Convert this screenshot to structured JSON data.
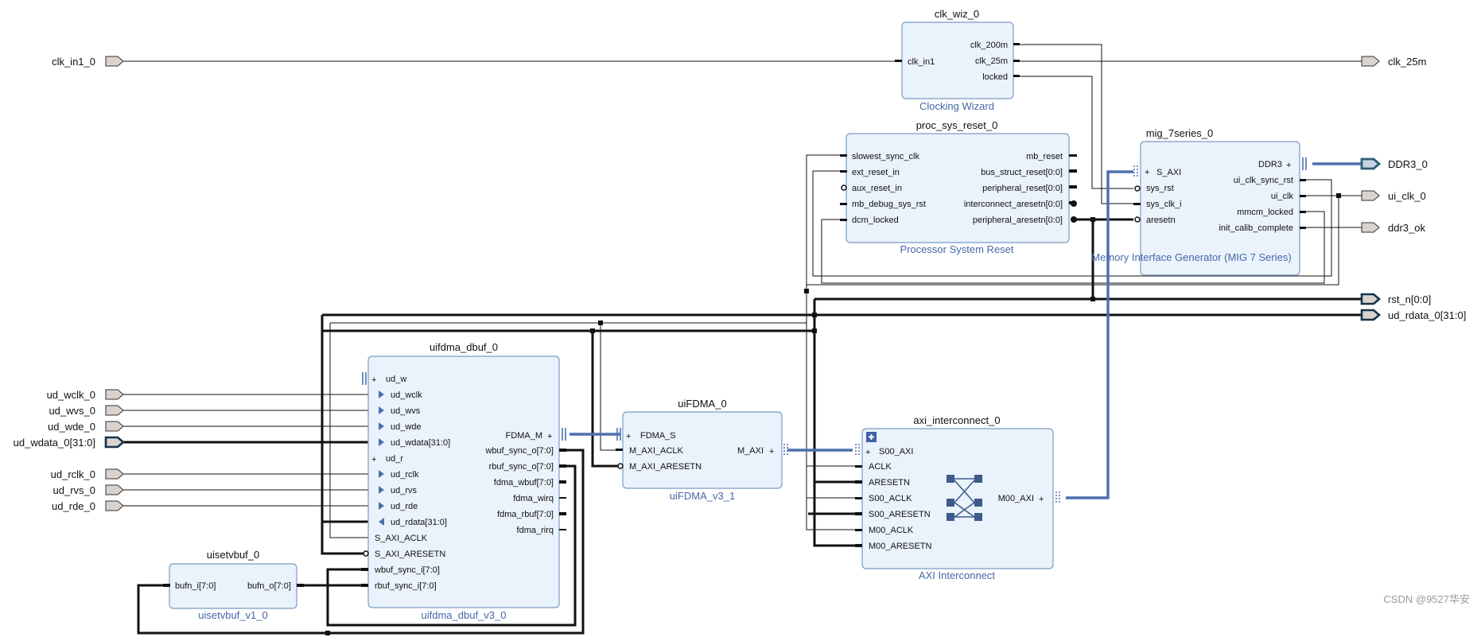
{
  "external_inputs": {
    "clk_in1_0": "clk_in1_0",
    "ud_wclk_0": "ud_wclk_0",
    "ud_wvs_0": "ud_wvs_0",
    "ud_wde_0": "ud_wde_0",
    "ud_wdata_0": "ud_wdata_0[31:0]",
    "ud_rclk_0": "ud_rclk_0",
    "ud_rvs_0": "ud_rvs_0",
    "ud_rde_0": "ud_rde_0"
  },
  "external_outputs": {
    "clk_25m": "clk_25m",
    "ddr3_0": "DDR3_0",
    "ui_clk_0": "ui_clk_0",
    "ddr3_ok": "ddr3_ok",
    "rst_n": "rst_n[0:0]",
    "ud_rdata_0": "ud_rdata_0[31:0]"
  },
  "blocks": {
    "clk_wiz": {
      "instance": "clk_wiz_0",
      "ip": "Clocking Wizard",
      "inputs": [
        "clk_in1"
      ],
      "outputs": [
        "clk_200m",
        "clk_25m",
        "locked"
      ]
    },
    "proc_sys_reset": {
      "instance": "proc_sys_reset_0",
      "ip": "Processor System Reset",
      "inputs": [
        "slowest_sync_clk",
        "ext_reset_in",
        "aux_reset_in",
        "mb_debug_sys_rst",
        "dcm_locked"
      ],
      "outputs": [
        "mb_reset",
        "bus_struct_reset[0:0]",
        "peripheral_reset[0:0]",
        "interconnect_aresetn[0:0]",
        "peripheral_aresetn[0:0]"
      ]
    },
    "mig": {
      "instance": "mig_7series_0",
      "ip": "Memory Interface Generator (MIG 7 Series)",
      "inputs": [
        "S_AXI",
        "sys_rst",
        "sys_clk_i",
        "aresetn"
      ],
      "outputs": [
        "DDR3",
        "ui_clk_sync_rst",
        "ui_clk",
        "mmcm_locked",
        "init_calib_complete"
      ]
    },
    "uifdma_dbuf": {
      "instance": "uifdma_dbuf_0",
      "ip": "uifdma_dbuf_v3_0",
      "inputs": [
        "ud_w",
        "ud_wclk",
        "ud_wvs",
        "ud_wde",
        "ud_wdata[31:0]",
        "ud_r",
        "ud_rclk",
        "ud_rvs",
        "ud_rde",
        "ud_rdata[31:0]",
        "S_AXI_ACLK",
        "S_AXI_ARESETN",
        "wbuf_sync_i[7:0]",
        "rbuf_sync_i[7:0]"
      ],
      "outputs": [
        "FDMA_M",
        "wbuf_sync_o[7:0]",
        "rbuf_sync_o[7:0]",
        "fdma_wbuf[7:0]",
        "fdma_wirq",
        "fdma_rbuf[7:0]",
        "fdma_rirq"
      ]
    },
    "uifdma": {
      "instance": "uiFDMA_0",
      "ip": "uiFDMA_v3_1",
      "inputs": [
        "FDMA_S",
        "M_AXI_ACLK",
        "M_AXI_ARESETN"
      ],
      "outputs": [
        "M_AXI"
      ]
    },
    "axi_ic": {
      "instance": "axi_interconnect_0",
      "ip": "AXI Interconnect",
      "inputs": [
        "S00_AXI",
        "ACLK",
        "ARESETN",
        "S00_ACLK",
        "S00_ARESETN",
        "M00_ACLK",
        "M00_ARESETN"
      ],
      "outputs": [
        "M00_AXI"
      ]
    },
    "uisetvbuf": {
      "instance": "uisetvbuf_0",
      "ip": "uisetvbuf_v1_0",
      "inputs": [
        "bufn_i[7:0]"
      ],
      "outputs": [
        "bufn_o[7:0]"
      ]
    }
  },
  "watermark": "CSDN @9527华安"
}
